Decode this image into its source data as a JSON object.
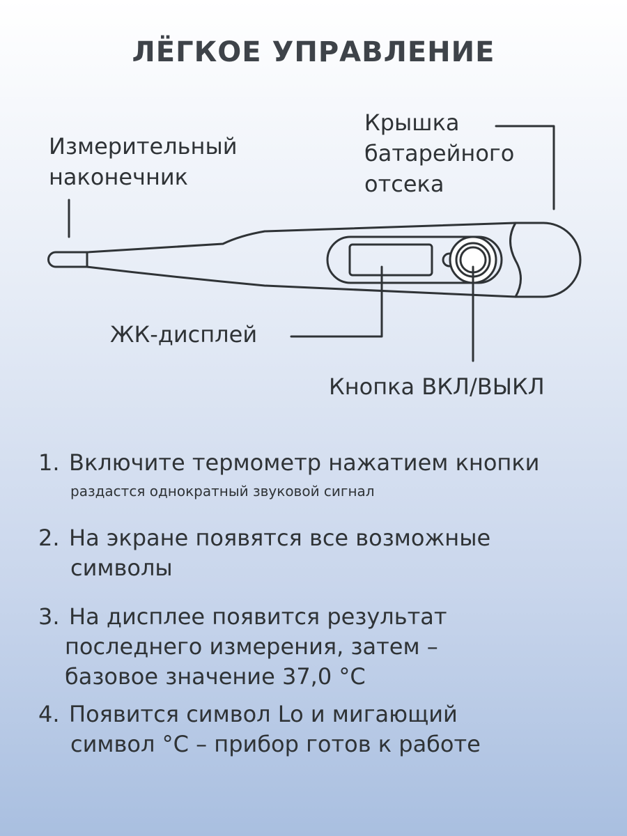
{
  "title": "ЛЁГКОЕ УПРАВЛЕНИЕ",
  "labels": {
    "tip": [
      "Измерительный",
      "наконечник"
    ],
    "battery_cover": [
      "Крышка",
      "батарейного",
      "отсека"
    ],
    "lcd": "ЖК-дисплей",
    "power_button": "Кнопка ВКЛ/ВЫКЛ"
  },
  "steps": [
    {
      "num": "1.",
      "lines": [
        "Включите термометр нажатием кнопки"
      ],
      "note": "раздастся однократный звуковой сигнал"
    },
    {
      "num": "2.",
      "lines": [
        "На экране появятся все возможные",
        "символы"
      ]
    },
    {
      "num": "3.",
      "lines": [
        "На дисплее появится результат",
        "последнего измерения, затем –",
        "базовое значение 37,0 °С"
      ]
    },
    {
      "num": "4.",
      "lines": [
        "Появится символ Lo и мигающий",
        "символ °С – прибор готов к работе"
      ]
    }
  ],
  "colors": {
    "stroke": "#2f3336",
    "title": "#3e4349"
  }
}
